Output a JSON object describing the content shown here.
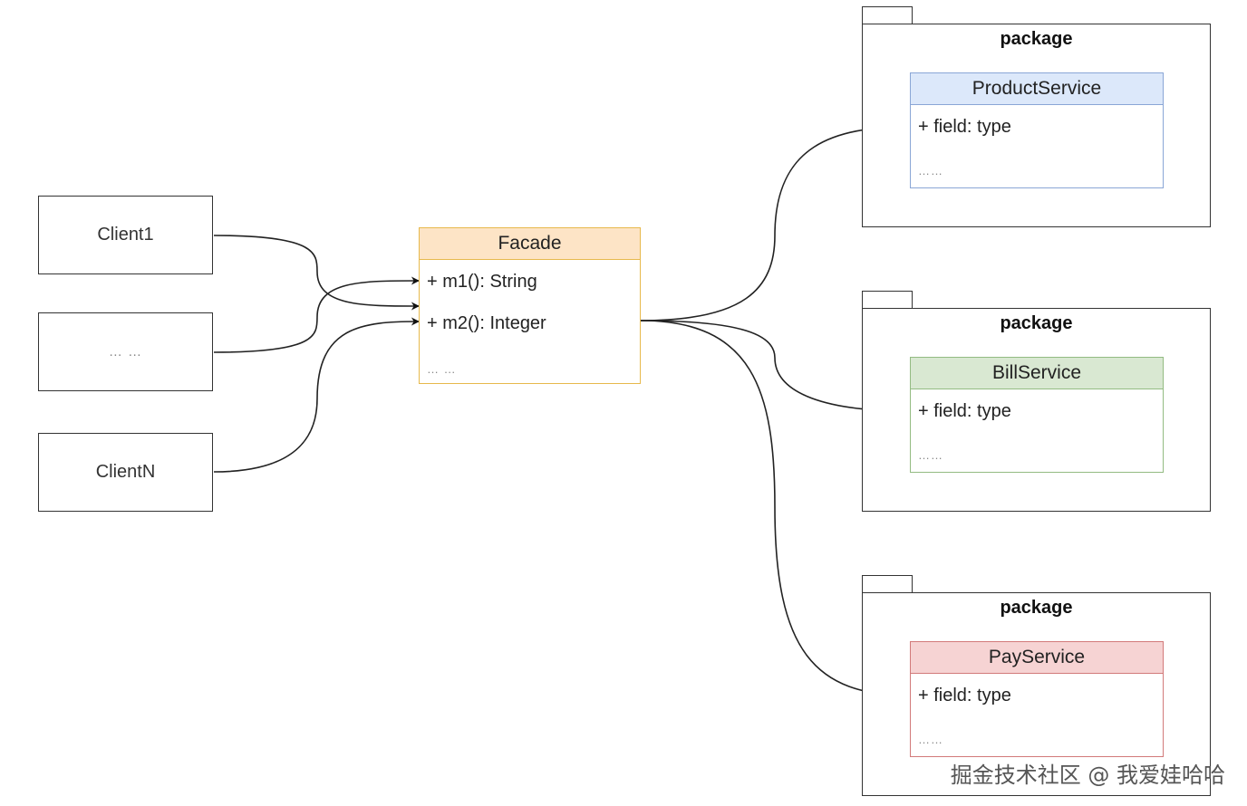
{
  "clients": [
    {
      "label": "Client1"
    },
    {
      "label": "… …"
    },
    {
      "label": "ClientN"
    }
  ],
  "facade": {
    "title": "Facade",
    "members": [
      "+ m1(): String",
      "+ m2(): Integer"
    ],
    "more": "… …",
    "colors": {
      "header": "#fde4c6",
      "border": "#e7b94c"
    }
  },
  "packages": [
    {
      "label": "package",
      "service": {
        "title": "ProductService",
        "field": "+ field: type",
        "more": "……",
        "header": "#dce8fa",
        "border": "#8aa6d6"
      }
    },
    {
      "label": "package",
      "service": {
        "title": "BillService",
        "field": "+ field: type",
        "more": "……",
        "header": "#d9e8d2",
        "border": "#93bb82"
      }
    },
    {
      "label": "package",
      "service": {
        "title": "PayService",
        "field": "+ field: type",
        "more": "……",
        "header": "#f6d3d3",
        "border": "#d27a7a"
      }
    }
  ],
  "watermark": "掘金技术社区 @ 我爱娃哈哈"
}
